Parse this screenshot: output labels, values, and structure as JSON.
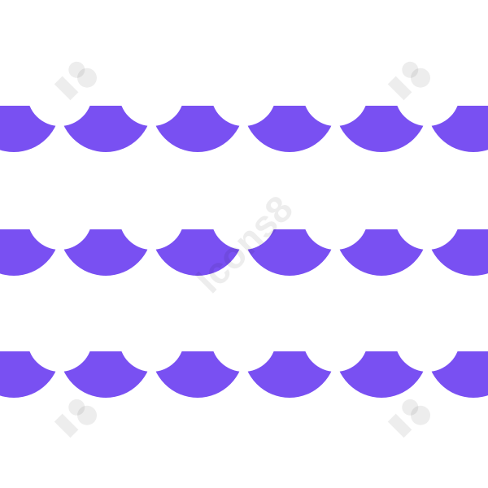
{
  "illustration": {
    "subject": "waves-icon",
    "wave_color": "#7950F2",
    "rows": 3,
    "scallops_per_row": 5
  },
  "watermark": {
    "text": "Icons8",
    "logo_icon": "icons8-logo-icon",
    "color": "#000000"
  }
}
